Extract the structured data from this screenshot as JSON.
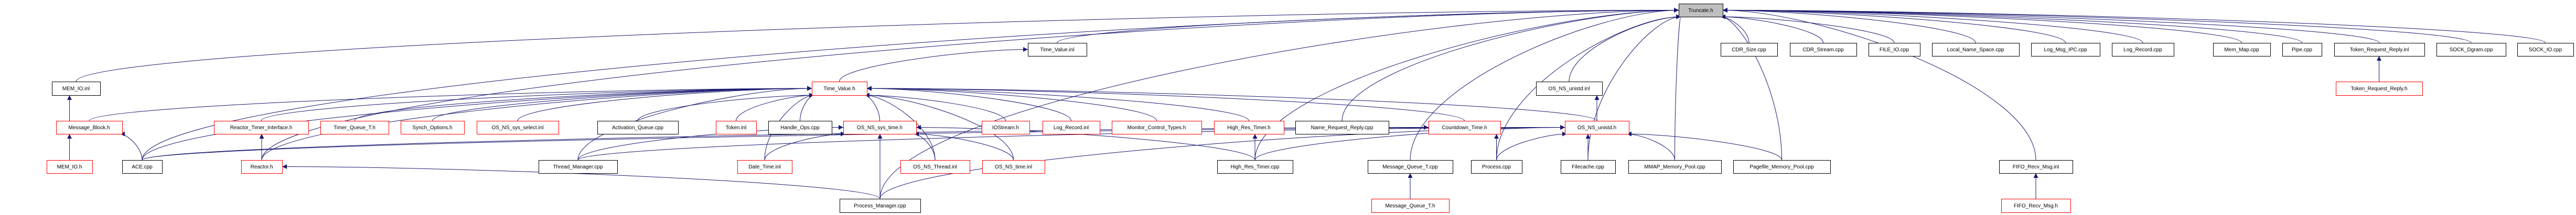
{
  "colors": {
    "edge": "#191970",
    "root_fill": "#bfbfbf",
    "red_border": "#ff0000",
    "black_border": "#000000"
  },
  "nodes": [
    {
      "id": "truncate_h",
      "label": "Truncate.h",
      "kind": "gray"
    },
    {
      "id": "cdr_size_cpp",
      "label": "CDR_Size.cpp",
      "kind": "black"
    },
    {
      "id": "cdr_stream_cpp",
      "label": "CDR_Stream.cpp",
      "kind": "black"
    },
    {
      "id": "file_io_cpp",
      "label": "FILE_IO.cpp",
      "kind": "black"
    },
    {
      "id": "local_name_space_cpp",
      "label": "Local_Name_Space.cpp",
      "kind": "black"
    },
    {
      "id": "log_msg_ipc_cpp",
      "label": "Log_Msg_IPC.cpp",
      "kind": "black"
    },
    {
      "id": "log_record_cpp",
      "label": "Log_Record.cpp",
      "kind": "black"
    },
    {
      "id": "mem_map_cpp",
      "label": "Mem_Map.cpp",
      "kind": "black"
    },
    {
      "id": "pipe_cpp",
      "label": "Pipe.cpp",
      "kind": "black"
    },
    {
      "id": "token_request_reply_inl",
      "label": "Token_Request_Reply.inl",
      "kind": "black"
    },
    {
      "id": "sock_dgram_cpp",
      "label": "SOCK_Dgram.cpp",
      "kind": "black"
    },
    {
      "id": "sock_io_cpp",
      "label": "SOCK_IO.cpp",
      "kind": "black"
    },
    {
      "id": "token_request_reply_h",
      "label": "Token_Request_Reply.h",
      "kind": "red"
    },
    {
      "id": "time_value_inl",
      "label": "Time_Value.inl",
      "kind": "black"
    },
    {
      "id": "mem_io_inl",
      "label": "MEM_IO.inl",
      "kind": "black"
    },
    {
      "id": "time_value_h",
      "label": "Time_Value.h",
      "kind": "red"
    },
    {
      "id": "os_ns_unistd_inl",
      "label": "OS_NS_unistd.inl",
      "kind": "black"
    },
    {
      "id": "message_block_h",
      "label": "Message_Block.h",
      "kind": "red"
    },
    {
      "id": "reactor_timer_interface_h",
      "label": "Reactor_Timer_Interface.h",
      "kind": "red"
    },
    {
      "id": "timer_queue_t_h",
      "label": "Timer_Queue_T.h",
      "kind": "red"
    },
    {
      "id": "synch_options_h",
      "label": "Synch_Options.h",
      "kind": "red"
    },
    {
      "id": "os_ns_sys_select_inl",
      "label": "OS_NS_sys_select.inl",
      "kind": "red"
    },
    {
      "id": "activation_queue_cpp",
      "label": "Activation_Queue.cpp",
      "kind": "black"
    },
    {
      "id": "token_inl",
      "label": "Token.inl",
      "kind": "red"
    },
    {
      "id": "handle_ops_cpp",
      "label": "Handle_Ops.cpp",
      "kind": "black"
    },
    {
      "id": "os_ns_sys_time_h",
      "label": "OS_NS_sys_time.h",
      "kind": "red"
    },
    {
      "id": "iostream_h",
      "label": "IOStream.h",
      "kind": "red"
    },
    {
      "id": "log_record_inl",
      "label": "Log_Record.inl",
      "kind": "red"
    },
    {
      "id": "monitor_control_types_h",
      "label": "Monitor_Control_Types.h",
      "kind": "red"
    },
    {
      "id": "high_res_timer_h",
      "label": "High_Res_Timer.h",
      "kind": "red"
    },
    {
      "id": "name_request_reply_cpp",
      "label": "Name_Request_Reply.cpp",
      "kind": "black"
    },
    {
      "id": "countdown_time_h",
      "label": "Countdown_Time.h",
      "kind": "red"
    },
    {
      "id": "os_ns_unistd_h",
      "label": "OS_NS_unistd.h",
      "kind": "red"
    },
    {
      "id": "mem_io_h",
      "label": "MEM_IO.h",
      "kind": "red"
    },
    {
      "id": "ace_cpp",
      "label": "ACE.cpp",
      "kind": "black"
    },
    {
      "id": "reactor_h",
      "label": "Reactor.h",
      "kind": "red"
    },
    {
      "id": "thread_manager_cpp",
      "label": "Thread_Manager.cpp",
      "kind": "black"
    },
    {
      "id": "date_time_inl",
      "label": "Date_Time.inl",
      "kind": "red"
    },
    {
      "id": "os_ns_thread_inl",
      "label": "OS_NS_Thread.inl",
      "kind": "red"
    },
    {
      "id": "os_ns_time_inl",
      "label": "OS_NS_time.inl",
      "kind": "red"
    },
    {
      "id": "high_res_timer_cpp",
      "label": "High_Res_Timer.cpp",
      "kind": "black"
    },
    {
      "id": "message_queue_t_cpp",
      "label": "Message_Queue_T.cpp",
      "kind": "black"
    },
    {
      "id": "process_cpp",
      "label": "Process.cpp",
      "kind": "black"
    },
    {
      "id": "filecache_cpp",
      "label": "Filecache.cpp",
      "kind": "black"
    },
    {
      "id": "mmap_memory_pool_cpp",
      "label": "MMAP_Memory_Pool.cpp",
      "kind": "black"
    },
    {
      "id": "pagefile_memory_pool_cpp",
      "label": "Pagefile_Memory_Pool.cpp",
      "kind": "black"
    },
    {
      "id": "fifo_recv_msg_inl",
      "label": "FIFO_Recv_Msg.inl",
      "kind": "black"
    },
    {
      "id": "process_manager_cpp",
      "label": "Process_Manager.cpp",
      "kind": "black"
    },
    {
      "id": "message_queue_t_h",
      "label": "Message_Queue_T.h",
      "kind": "red"
    },
    {
      "id": "fifo_recv_msg_h",
      "label": "FIFO_Recv_Msg.h",
      "kind": "red"
    }
  ],
  "edges": [
    [
      "cdr_size_cpp",
      "truncate_h"
    ],
    [
      "cdr_stream_cpp",
      "truncate_h"
    ],
    [
      "file_io_cpp",
      "truncate_h"
    ],
    [
      "local_name_space_cpp",
      "truncate_h"
    ],
    [
      "log_msg_ipc_cpp",
      "truncate_h"
    ],
    [
      "log_record_cpp",
      "truncate_h"
    ],
    [
      "mem_map_cpp",
      "truncate_h"
    ],
    [
      "pipe_cpp",
      "truncate_h"
    ],
    [
      "token_request_reply_inl",
      "truncate_h"
    ],
    [
      "sock_dgram_cpp",
      "truncate_h"
    ],
    [
      "sock_io_cpp",
      "truncate_h"
    ],
    [
      "time_value_inl",
      "truncate_h"
    ],
    [
      "mem_io_inl",
      "truncate_h"
    ],
    [
      "os_ns_unistd_inl",
      "truncate_h"
    ],
    [
      "name_request_reply_cpp",
      "truncate_h"
    ],
    [
      "filecache_cpp",
      "truncate_h"
    ],
    [
      "mmap_memory_pool_cpp",
      "truncate_h"
    ],
    [
      "pagefile_memory_pool_cpp",
      "truncate_h"
    ],
    [
      "message_queue_t_cpp",
      "truncate_h"
    ],
    [
      "process_cpp",
      "truncate_h"
    ],
    [
      "fifo_recv_msg_inl",
      "truncate_h"
    ],
    [
      "ace_cpp",
      "truncate_h"
    ],
    [
      "reactor_h",
      "truncate_h"
    ],
    [
      "high_res_timer_cpp",
      "truncate_h"
    ],
    [
      "process_manager_cpp",
      "truncate_h"
    ],
    [
      "token_request_reply_h",
      "token_request_reply_inl"
    ],
    [
      "time_value_h",
      "time_value_inl"
    ],
    [
      "mem_io_h",
      "mem_io_inl"
    ],
    [
      "os_ns_unistd_h",
      "os_ns_unistd_inl"
    ],
    [
      "message_block_h",
      "time_value_h"
    ],
    [
      "reactor_timer_interface_h",
      "time_value_h"
    ],
    [
      "timer_queue_t_h",
      "time_value_h"
    ],
    [
      "synch_options_h",
      "time_value_h"
    ],
    [
      "os_ns_sys_select_inl",
      "time_value_h"
    ],
    [
      "activation_queue_cpp",
      "time_value_h"
    ],
    [
      "token_inl",
      "time_value_h"
    ],
    [
      "handle_ops_cpp",
      "time_value_h"
    ],
    [
      "os_ns_sys_time_h",
      "time_value_h"
    ],
    [
      "iostream_h",
      "time_value_h"
    ],
    [
      "log_record_inl",
      "time_value_h"
    ],
    [
      "monitor_control_types_h",
      "time_value_h"
    ],
    [
      "high_res_timer_h",
      "time_value_h"
    ],
    [
      "countdown_time_h",
      "time_value_h"
    ],
    [
      "os_ns_unistd_h",
      "time_value_h"
    ],
    [
      "thread_manager_cpp",
      "time_value_h"
    ],
    [
      "date_time_inl",
      "time_value_h"
    ],
    [
      "os_ns_thread_inl",
      "time_value_h"
    ],
    [
      "os_ns_time_inl",
      "time_value_h"
    ],
    [
      "reactor_h",
      "time_value_h"
    ],
    [
      "ace_cpp",
      "time_value_h"
    ],
    [
      "mem_io_h",
      "message_block_h"
    ],
    [
      "ace_cpp",
      "message_block_h"
    ],
    [
      "reactor_h",
      "reactor_timer_interface_h"
    ],
    [
      "thread_manager_cpp",
      "os_ns_sys_time_h"
    ],
    [
      "date_time_inl",
      "os_ns_sys_time_h"
    ],
    [
      "os_ns_thread_inl",
      "os_ns_sys_time_h"
    ],
    [
      "os_ns_time_inl",
      "os_ns_sys_time_h"
    ],
    [
      "process_manager_cpp",
      "os_ns_sys_time_h"
    ],
    [
      "high_res_timer_cpp",
      "os_ns_sys_time_h"
    ],
    [
      "high_res_timer_cpp",
      "high_res_timer_h"
    ],
    [
      "process_cpp",
      "countdown_time_h"
    ],
    [
      "ace_cpp",
      "countdown_time_h"
    ],
    [
      "process_cpp",
      "os_ns_unistd_h"
    ],
    [
      "filecache_cpp",
      "os_ns_unistd_h"
    ],
    [
      "mmap_memory_pool_cpp",
      "os_ns_unistd_h"
    ],
    [
      "pagefile_memory_pool_cpp",
      "os_ns_unistd_h"
    ],
    [
      "high_res_timer_cpp",
      "os_ns_unistd_h"
    ],
    [
      "thread_manager_cpp",
      "os_ns_unistd_h"
    ],
    [
      "ace_cpp",
      "os_ns_unistd_h"
    ],
    [
      "process_manager_cpp",
      "os_ns_unistd_h"
    ],
    [
      "message_queue_t_h",
      "message_queue_t_cpp"
    ],
    [
      "fifo_recv_msg_h",
      "fifo_recv_msg_inl"
    ],
    [
      "process_manager_cpp",
      "reactor_h"
    ]
  ]
}
